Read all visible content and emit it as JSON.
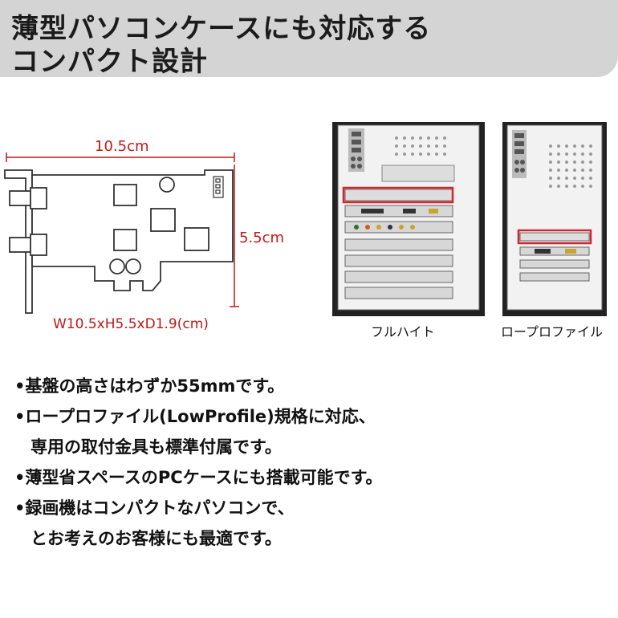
{
  "header": {
    "line1": "薄型パソコンケースにも対応する",
    "line2": "コンパクト設計"
  },
  "card_diagram": {
    "width_label": "10.5cm",
    "height_label": "5.5cm",
    "dimension_caption": "W10.5xH5.5xD1.9(cm)"
  },
  "cases": {
    "full_height_label": "フルハイト",
    "low_profile_label": "ロープロファイル"
  },
  "bullets": [
    "•基盤の高さはわずか55mmです。",
    "•ロープロファイル(LowProfile)規格に対応、",
    "専用の取付金具も標準付属です。",
    "•薄型省スペースのPCケースにも搭載可能です。",
    "•録画機はコンパクトなパソコンで、",
    "とお考えのお客様にも最適です。"
  ],
  "colors": {
    "header_bg": "#d4d4d4",
    "dimension": "#c01818",
    "highlight_box": "#d2262a"
  }
}
